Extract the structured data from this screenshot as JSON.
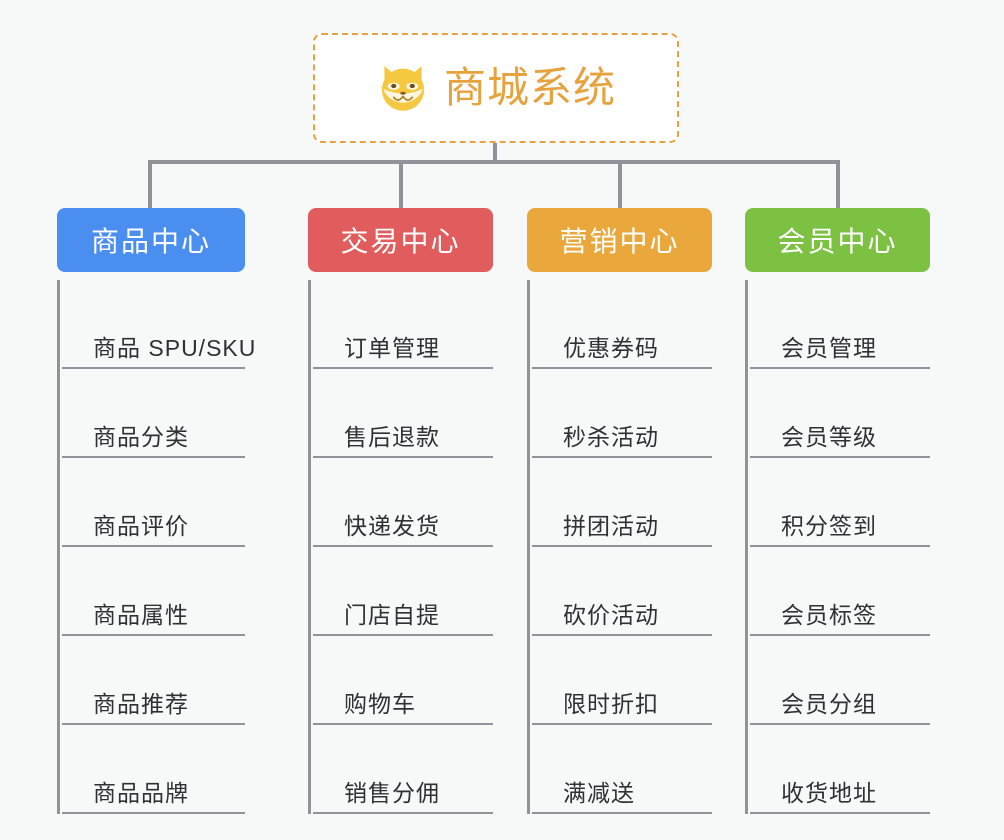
{
  "page": {
    "background_color": "#f7f8f8",
    "line_color": "#909399"
  },
  "root": {
    "title": "商城系统",
    "icon": "shiba-dog-face-icon",
    "border_color": "#e6a23c",
    "text_color": "#e6a23c",
    "background_color": "#ffffff"
  },
  "columns": [
    {
      "id": "product-center",
      "header": "商品中心",
      "color": "#4a8ef0",
      "items": [
        "商品 SPU/SKU",
        "商品分类",
        "商品评价",
        "商品属性",
        "商品推荐",
        "商品品牌"
      ]
    },
    {
      "id": "trade-center",
      "header": "交易中心",
      "color": "#e15c5c",
      "items": [
        "订单管理",
        "售后退款",
        "快递发货",
        "门店自提",
        "购物车",
        "销售分佣"
      ]
    },
    {
      "id": "marketing-center",
      "header": "营销中心",
      "color": "#eaa83c",
      "items": [
        "优惠券码",
        "秒杀活动",
        "拼团活动",
        "砍价活动",
        "限时折扣",
        "满减送"
      ]
    },
    {
      "id": "member-center",
      "header": "会员中心",
      "color": "#7cc142",
      "items": [
        "会员管理",
        "会员等级",
        "积分签到",
        "会员标签",
        "会员分组",
        "收货地址"
      ]
    }
  ]
}
